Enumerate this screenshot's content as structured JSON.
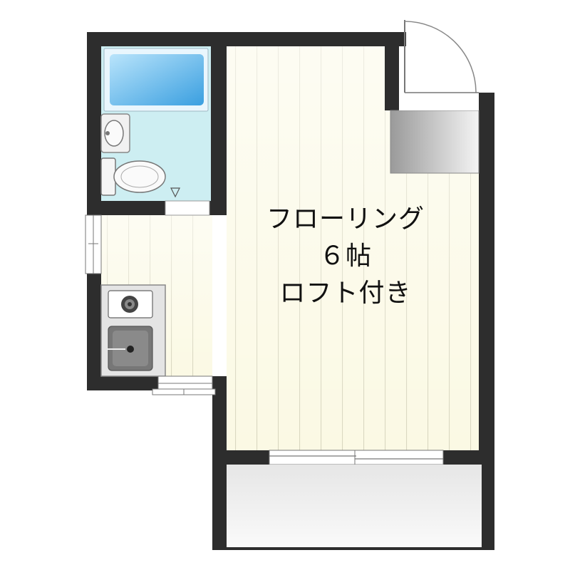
{
  "floor_plan": {
    "main_room": {
      "type_label": "フローリング",
      "size_label": "６帖",
      "feature_label": "ロフト付き"
    }
  },
  "colors": {
    "wall": "#2d2d2d",
    "floor_wood": "#fbf9e4",
    "floor_stripe": "#d8d6bf",
    "bathroom_floor": "#cdeef2",
    "bathtub": "#5fb6ea",
    "fixture_gray": "#bdbdbd",
    "balcony": "#f2f2f2"
  },
  "icons": [
    "door-swing-icon",
    "bathtub-icon",
    "washbasin-icon",
    "toilet-icon",
    "stove-icon",
    "kitchen-sink-icon"
  ]
}
